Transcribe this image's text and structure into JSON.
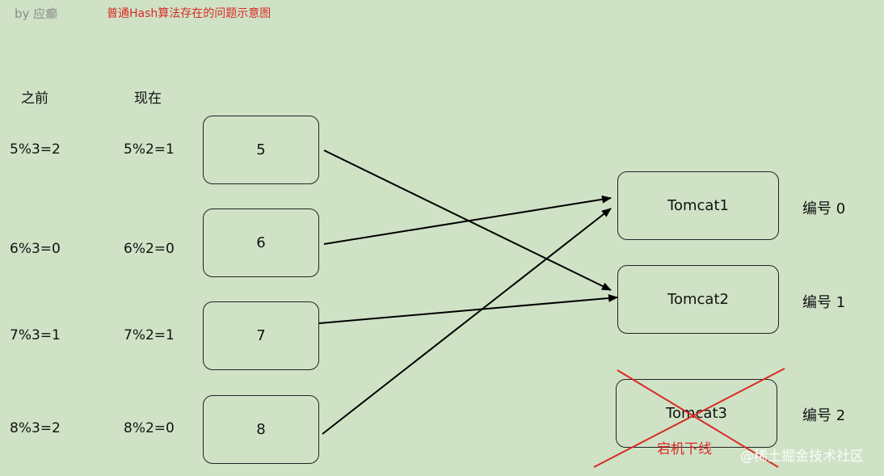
{
  "header": {
    "author": "by 应癫",
    "title": "普通Hash算法存在的问题示意图"
  },
  "columns": {
    "before": "之前",
    "now": "现在"
  },
  "rows": [
    {
      "before": "5%3=2",
      "now": "5%2=1",
      "key": "5"
    },
    {
      "before": "6%3=0",
      "now": "6%2=0",
      "key": "6"
    },
    {
      "before": "7%3=1",
      "now": "7%2=1",
      "key": "7"
    },
    {
      "before": "8%3=2",
      "now": "8%2=0",
      "key": "8"
    }
  ],
  "servers": [
    {
      "name": "Tomcat1",
      "label": "编号 0"
    },
    {
      "name": "Tomcat2",
      "label": "编号 1"
    },
    {
      "name": "Tomcat3",
      "label": "编号 2",
      "status": "宕机下线"
    }
  ],
  "mappings": [
    {
      "from": "5",
      "to": "Tomcat2"
    },
    {
      "from": "6",
      "to": "Tomcat1"
    },
    {
      "from": "7",
      "to": "Tomcat2"
    },
    {
      "from": "8",
      "to": "Tomcat1"
    }
  ],
  "watermark": "@稀土掘金技术社区",
  "colors": {
    "background": "#cfe2c6",
    "title": "#d82a25",
    "cross": "#d82a25",
    "line": "#000000"
  }
}
